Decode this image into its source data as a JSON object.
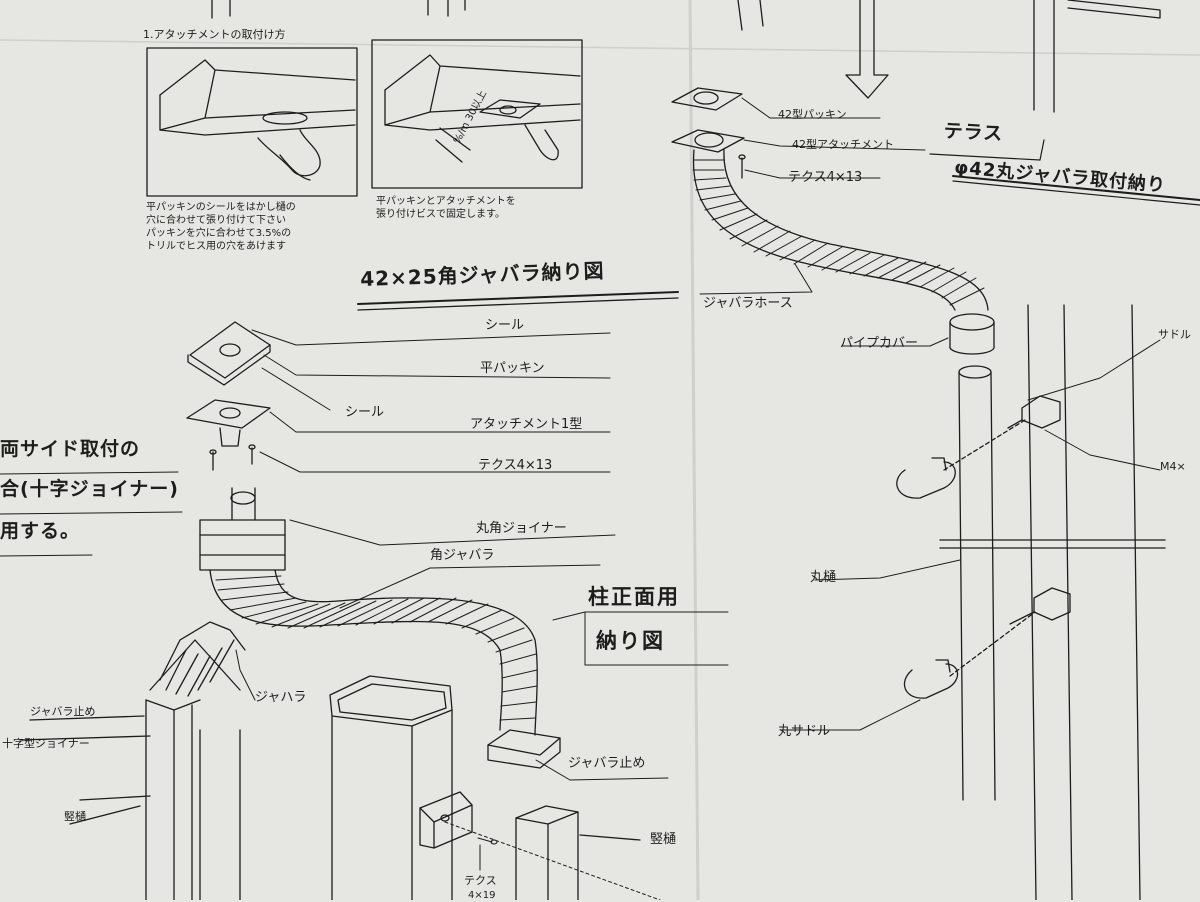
{
  "attach_section": {
    "title": "1.アタッチメントの取付け方",
    "caption_left": "平パッキンのシールをはかし樋の\n穴に合わせて張り付けて下さい\nパッキンを穴に合わせて3.5%の\nトリルでヒス用の穴をあけます",
    "caption_right": "平パッキンとアタッチメントを\n張り付けビスで固定します。",
    "dimension": "%/m 30以上"
  },
  "square": {
    "title": "42×25角ジャバラ納り図",
    "labels": {
      "seal": "シール",
      "flat_packing": "平パッキン",
      "seal2": "シール",
      "attachment": "アタッチメント1型",
      "tex": "テクス4×13",
      "joiner": "丸角ジョイナー",
      "bellows": "角ジャバラ"
    }
  },
  "side_note": {
    "line1": "両サイド取付の",
    "line2": "合(十字ジョイナー)",
    "line3": "用する。"
  },
  "left_parts": {
    "stopper": "ジャバラ止め",
    "cross_joiner": "十字型ジョイナー",
    "bellows": "ジャハラ",
    "downpipe": "竪樋"
  },
  "pillar": {
    "title_line1": "柱正面用",
    "title_line2": "納り図",
    "stopper": "ジャバラ止め",
    "downpipe": "竪樋",
    "tex": "テクス",
    "tex_size": "4×19"
  },
  "round": {
    "terrace": "テラス",
    "title": "φ42丸ジャバラ取付納り",
    "packing": "42型パッキン",
    "attachment": "42型アタッチメント",
    "tex": "テクス4×13",
    "hose": "ジャバラホース",
    "pipe_cover": "パイプカバー",
    "saddle_top": "サドル",
    "m4": "M4×",
    "round_pipe": "丸樋",
    "round_saddle": "丸サドル"
  },
  "colors": {
    "paper": "#e6e6e3",
    "ink": "#1d1d1d"
  }
}
